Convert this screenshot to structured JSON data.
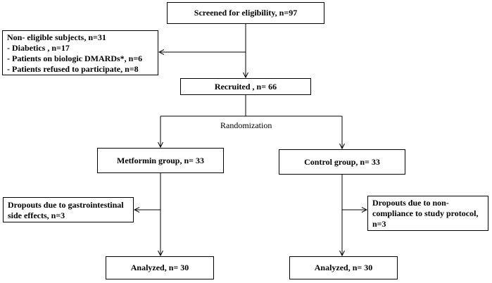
{
  "flowchart": {
    "screened": "Screened for eligibility, n=97",
    "non_eligible": {
      "title": "Non- eligible subjects, n=31",
      "items": [
        "- Diabetics , n=17",
        "- Patients on biologic DMARDs*, n=6",
        "- Patients refused to participate, n=8"
      ]
    },
    "recruited": "Recruited , n= 66",
    "randomization": "Randomization",
    "metformin": "Metformin group, n= 33",
    "control": "Control group, n= 33",
    "dropouts_metformin": [
      "Dropouts due to gastrointestinal",
      "side effects,  n=3"
    ],
    "dropouts_control": [
      "Dropouts due to non-",
      "compliance to study  protocol,",
      "n=3"
    ],
    "analyzed_metformin": "Analyzed, n= 30",
    "analyzed_control": "Analyzed, n= 30"
  },
  "colors": {
    "line": "#000000",
    "box_border": "#000000",
    "background": "#ffffff"
  }
}
